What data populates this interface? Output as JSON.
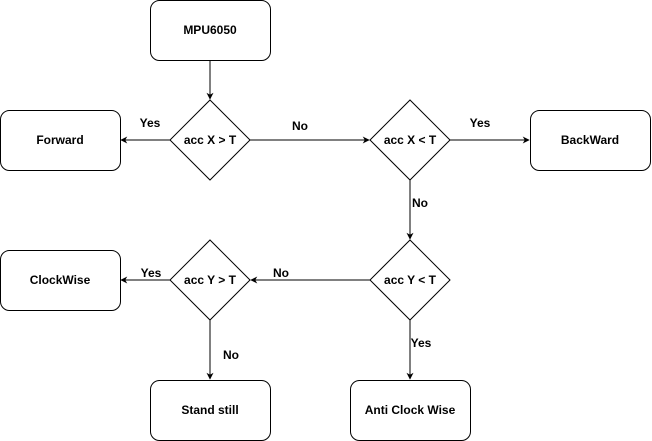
{
  "nodes": {
    "mpu": "MPU6050",
    "accXgt": "acc X > T",
    "accXlt": "acc X < T",
    "accYlt": "acc Y < T",
    "accYgt": "acc Y > T",
    "forward": "Forward",
    "backward": "BackWard",
    "clockwise": "ClockWise",
    "standstill": "Stand still",
    "anticlockwise": "Anti Clock Wise"
  },
  "edges": {
    "xgt_yes": "Yes",
    "xgt_no": "No",
    "xlt_yes": "Yes",
    "xlt_no": "No",
    "ylt_no": "No",
    "ylt_yes": "Yes",
    "ygt_yes": "Yes",
    "ygt_no": "No"
  }
}
